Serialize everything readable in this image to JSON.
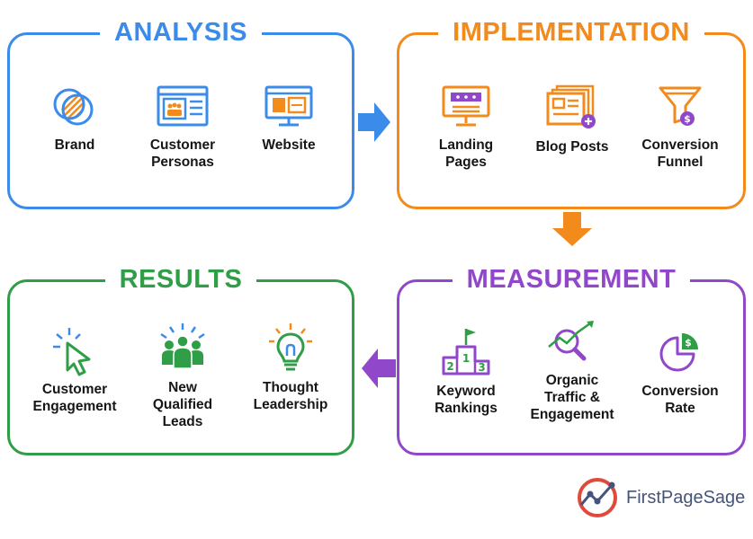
{
  "analysis": {
    "title": "ANALYSIS",
    "color": "#3b8beb",
    "items": [
      {
        "label": "Brand",
        "icon": "brand-circles-icon"
      },
      {
        "label": "Customer\nPersonas",
        "icon": "persona-browser-icon"
      },
      {
        "label": "Website",
        "icon": "website-monitor-icon"
      }
    ]
  },
  "implementation": {
    "title": "IMPLEMENTATION",
    "color": "#f28a1c",
    "items": [
      {
        "label": "Landing\nPages",
        "icon": "landing-page-icon"
      },
      {
        "label": "Blog Posts",
        "icon": "blog-posts-icon"
      },
      {
        "label": "Conversion\nFunnel",
        "icon": "funnel-icon"
      }
    ]
  },
  "measurement": {
    "title": "MEASUREMENT",
    "color": "#9147c9",
    "items": [
      {
        "label": "Keyword\nRankings",
        "icon": "podium-icon"
      },
      {
        "label": "Organic\nTraffic &\nEngagement",
        "icon": "magnifier-trend-icon"
      },
      {
        "label": "Conversion\nRate",
        "icon": "pie-dollar-icon"
      }
    ]
  },
  "results": {
    "title": "RESULTS",
    "color": "#2f9e46",
    "items": [
      {
        "label": "Customer\nEngagement",
        "icon": "cursor-click-icon"
      },
      {
        "label": "New\nQualified\nLeads",
        "icon": "people-group-icon"
      },
      {
        "label": "Thought\nLeadership",
        "icon": "lightbulb-icon"
      }
    ]
  },
  "podium_numbers": [
    "2",
    "1",
    "3"
  ],
  "brand": {
    "logo_text": "FirstPageSage"
  }
}
